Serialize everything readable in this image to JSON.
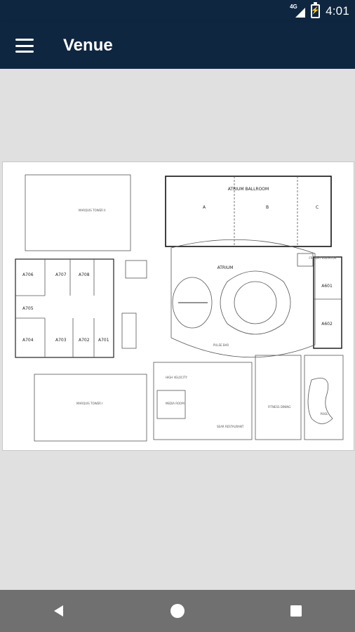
{
  "status_bar": {
    "network": "4G",
    "battery_level": 1.0,
    "time": "4:01"
  },
  "app_bar": {
    "title": "Venue",
    "menu_icon": "hamburger-menu-icon"
  },
  "floor_map": {
    "labels": {
      "atrium_ballroom": "ATRIUM BALLROOM",
      "section_a": "A",
      "section_b": "B",
      "section_c": "C",
      "atrium": "ATRIUM",
      "marquis_tower_ii": "MARQUIS TOWER II",
      "marquis_tower_i": "MARQUIS TOWER I",
      "room_a706": "A706",
      "room_a707": "A707",
      "room_a708": "A708",
      "room_a705": "A705",
      "room_a704": "A704",
      "room_a703": "A703",
      "room_a702": "A702",
      "room_a701": "A701",
      "room_a601": "A601",
      "room_a602": "A602",
      "freight_elevator": "FREIGHT ELEVATOR",
      "pool": "POOL",
      "pulse_bar": "PULSE BAR",
      "sear_restaurant": "SEAR RESTAURANT",
      "high_velocity": "HIGH VELOCITY",
      "media_room": "MEDIA ROOM",
      "fitness_dining": "FITNESS DINING"
    }
  },
  "nav_bar": {
    "back_icon": "back-triangle-icon",
    "home_icon": "home-circle-icon",
    "recents_icon": "recents-square-icon"
  }
}
